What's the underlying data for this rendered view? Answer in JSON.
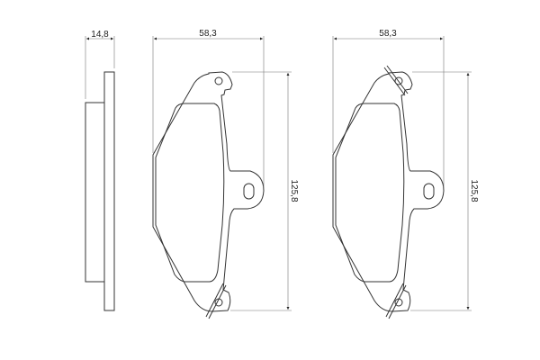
{
  "dimensions": {
    "thickness": "14,8",
    "width_pad_1": "58,3",
    "height_pad_1": "125,8",
    "width_pad_2": "58,3",
    "height_pad_2": "125,8"
  },
  "colors": {
    "line": "#333333",
    "dimension_line": "#777777"
  }
}
